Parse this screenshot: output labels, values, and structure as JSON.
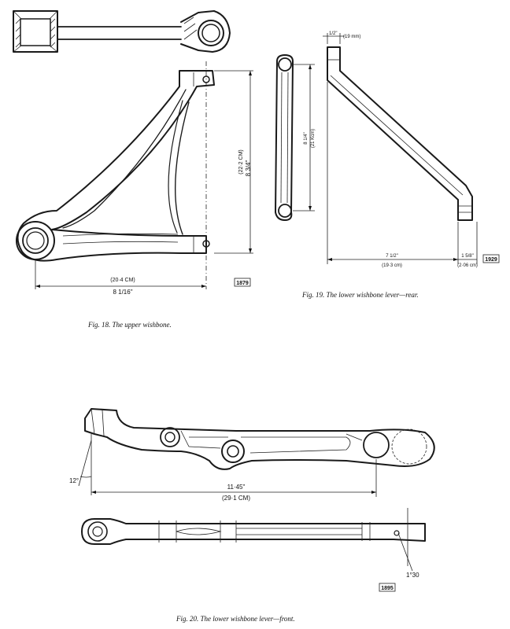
{
  "figures": [
    {
      "id": "fig18",
      "caption": "Fig. 18.  The upper wishbone.",
      "ref": "1879",
      "dims": {
        "height_cm": "(22·2 CM)",
        "height_in": "8 3/4\"",
        "width_cm": "(20·4 CM)",
        "width_in": "8 1/16\""
      }
    },
    {
      "id": "fig19",
      "caption": "Fig. 19.  The lower wishbone lever—rear.",
      "ref": "1929",
      "dims": {
        "top_in": "1/2\"",
        "top_cm": "(19 mm)",
        "height_in": "8 1/4\"",
        "height_cm": "(21 Kcm)",
        "left_in": "7 1/2\"",
        "left_cm": "(19·3 cm)",
        "right_in": "1 5/8\"",
        "right_cm": "(2·06 cm)"
      }
    },
    {
      "id": "fig20",
      "caption": "Fig. 20.  The lower wishbone lever—front.",
      "ref": "1895",
      "dims": {
        "angle": "12°",
        "length_in": "11·45\"",
        "length_cm": "(29·1 CM)",
        "offset": "1°30"
      }
    }
  ]
}
